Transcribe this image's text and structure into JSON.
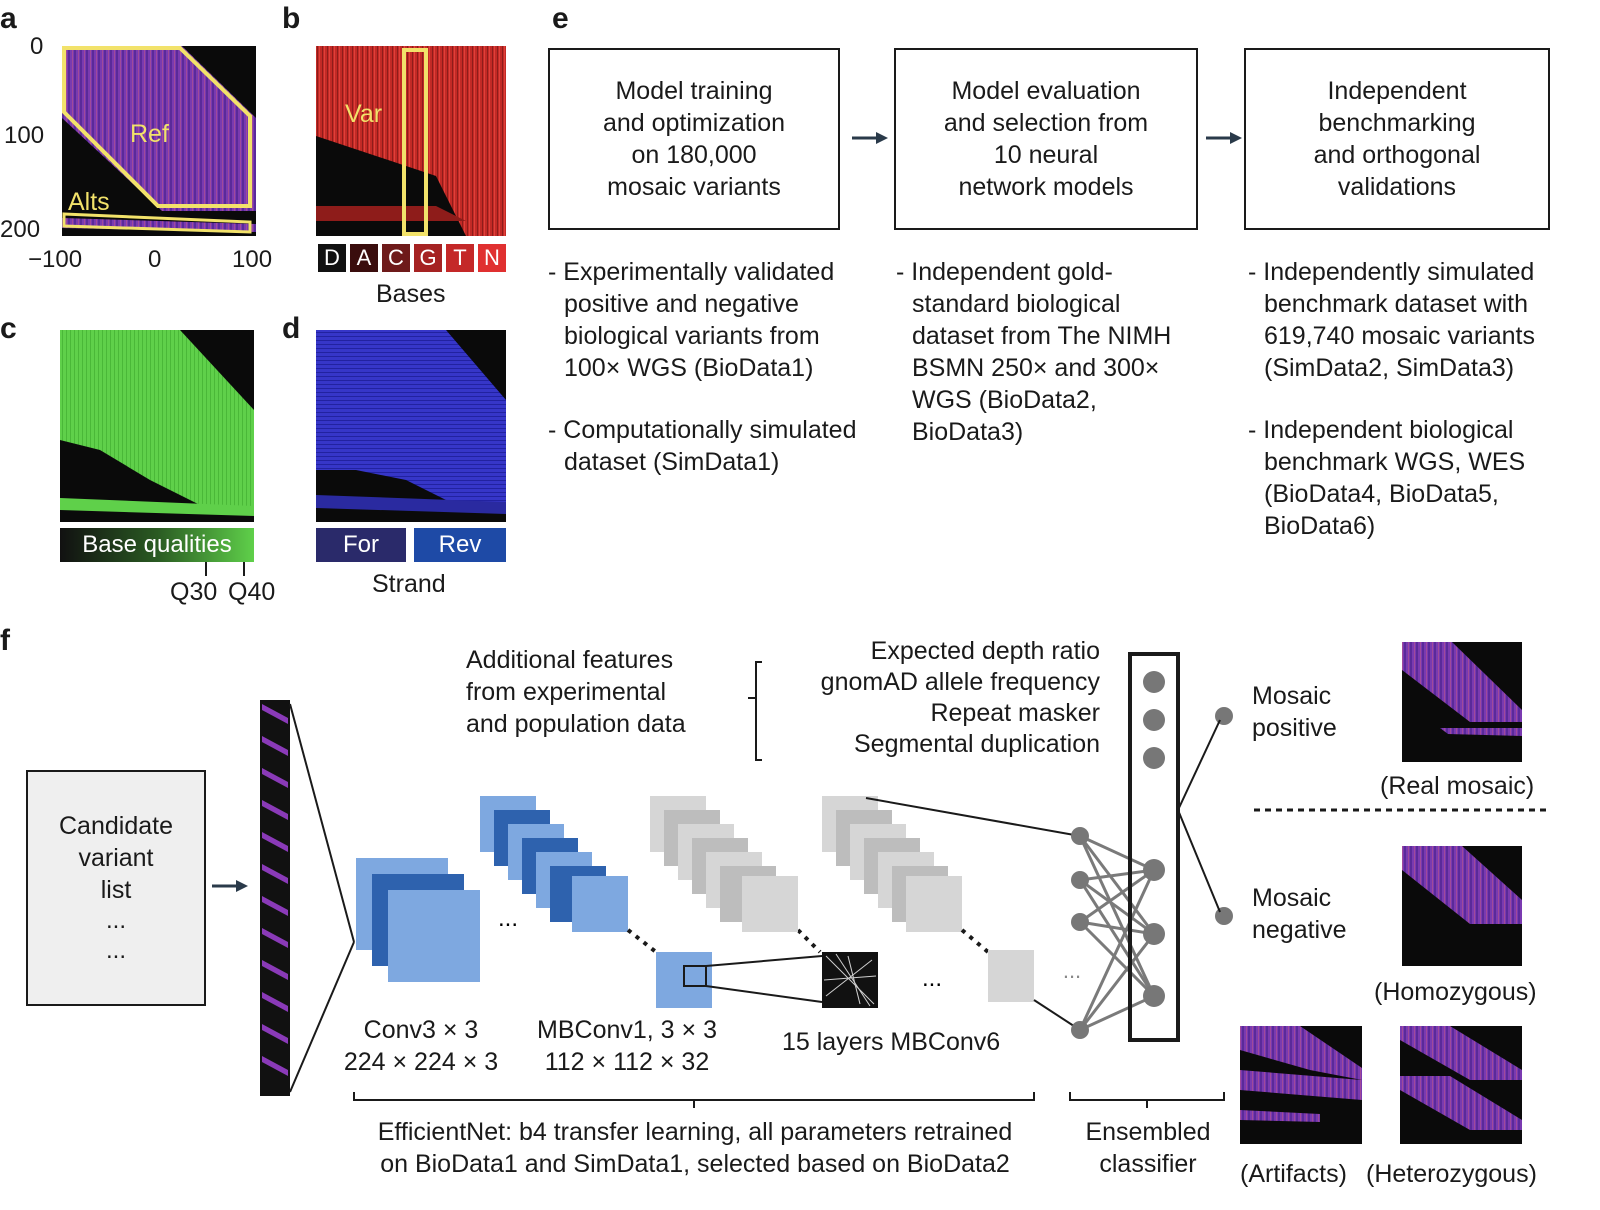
{
  "panels": {
    "a": "a",
    "b": "b",
    "c": "c",
    "d": "d",
    "e": "e",
    "f": "f"
  },
  "panel_a": {
    "ref_label": "Ref",
    "alts_label": "Alts",
    "y_ticks": [
      "0",
      "100",
      "200"
    ],
    "x_ticks": [
      "−100",
      "0",
      "100"
    ]
  },
  "panel_b": {
    "var_label": "Var",
    "bases": [
      "D",
      "A",
      "C",
      "G",
      "T",
      "N"
    ],
    "base_colors": [
      "#111111",
      "#3a0d0d",
      "#6e1a1a",
      "#a52222",
      "#c42828",
      "#e03030"
    ],
    "axis_label": "Bases"
  },
  "panel_c": {
    "legend_label": "Base qualities",
    "ticks": [
      "Q30",
      "Q40"
    ]
  },
  "panel_d": {
    "for_label": "For",
    "rev_label": "Rev",
    "axis_label": "Strand"
  },
  "panel_e": {
    "boxes": [
      "Model training\nand optimization\non 180,000\nmosaic variants",
      "Model evaluation\nand selection from\n10 neural\nnetwork models",
      "Independent\nbenchmarking\nand orthogonal\nvalidations"
    ],
    "col1": [
      "- Experimentally validated positive and negative biological variants from 100× WGS (BioData1)",
      "- Computationally simulated dataset (SimData1)"
    ],
    "col2": [
      "- Independent gold-standard biological dataset from The NIMH BSMN 250× and 300× WGS (BioData2, BioData3)"
    ],
    "col3": [
      "- Independently simulated benchmark dataset with 619,740 mosaic variants (SimData2, SimData3)",
      "- Independent biological benchmark WGS, WES (BioData4, BioData5, BioData6)"
    ]
  },
  "panel_f": {
    "candidate_box": {
      "title": "Candidate\nvariant\nlist",
      "dots1": "...",
      "dots2": "..."
    },
    "additional_features": "Additional features\nfrom experimental\nand population data",
    "features": [
      "Expected depth ratio",
      "gnomAD allele frequency",
      "Repeat masker",
      "Segmental duplication"
    ],
    "conv1_label": "Conv3 × 3\n224 × 224 × 3",
    "conv2_label": "MBConv1, 3 × 3\n112 × 112 × 32",
    "conv3_label": "15 layers MBConv6",
    "ellipsis": "...",
    "efficientnet_caption": "EfficientNet: b4 transfer learning, all parameters retrained\non BioData1 and SimData1, selected based on BioData2",
    "ensembled_caption": "Ensembled\nclassifier",
    "out_positive": "Mosaic\npositive",
    "out_negative": "Mosaic\nnegative",
    "example_labels": [
      "(Real mosaic)",
      "(Homozygous)",
      "(Artifacts)",
      "(Heterozygous)"
    ]
  }
}
